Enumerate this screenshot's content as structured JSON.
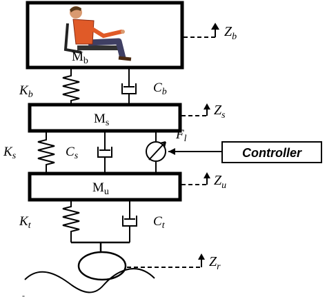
{
  "masses": {
    "body": {
      "base": "M",
      "sub": "b"
    },
    "seat": {
      "base": "M",
      "sub": "s"
    },
    "unsprung": {
      "base": "M",
      "sub": "u"
    }
  },
  "springs": {
    "kb": {
      "base": "K",
      "sub": "b"
    },
    "ks": {
      "base": "K",
      "sub": "s"
    },
    "kt": {
      "base": "K",
      "sub": "t"
    }
  },
  "dampers": {
    "cb": {
      "base": "C",
      "sub": "b"
    },
    "cs": {
      "base": "C",
      "sub": "s"
    },
    "ct": {
      "base": "C",
      "sub": "t"
    }
  },
  "displacements": {
    "zb": {
      "base": "Z",
      "sub": "b"
    },
    "zs": {
      "base": "Z",
      "sub": "s"
    },
    "zu": {
      "base": "Z",
      "sub": "u"
    },
    "zr": {
      "base": "Z",
      "sub": "r"
    }
  },
  "actuator": {
    "base": "F",
    "sub": "l"
  },
  "controller": {
    "label": "Controller"
  },
  "stray_mark": "-"
}
